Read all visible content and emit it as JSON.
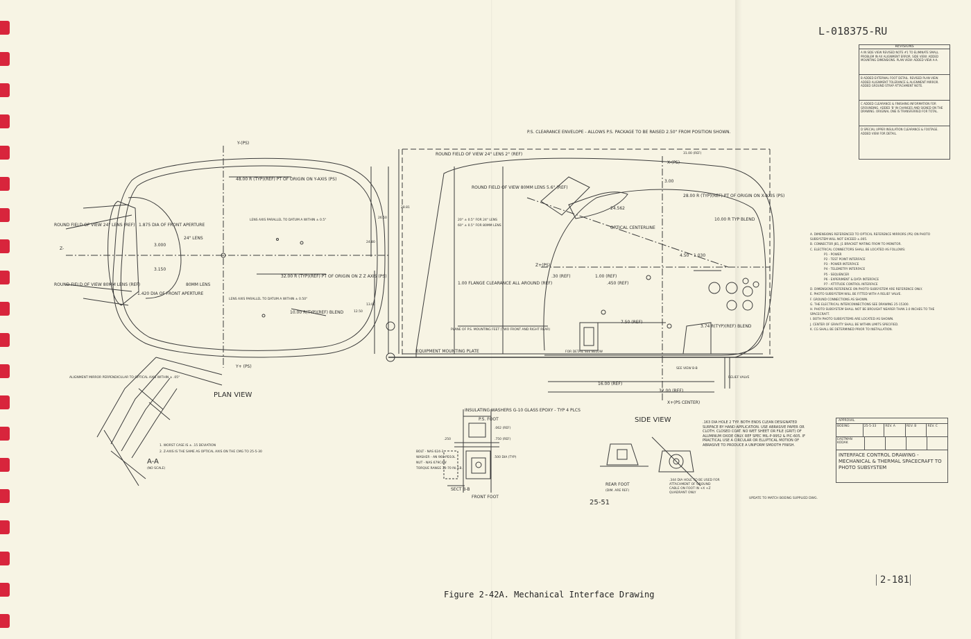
{
  "document": {
    "doc_number": "L-018375-RU",
    "page_number": "2-181",
    "figure_caption": "Figure 2-42A.  Mechanical Interface Drawing"
  },
  "views": {
    "plan_view": "PLAN VIEW",
    "side_view": "SIDE VIEW",
    "section_aa": "A-A",
    "section_aa_scale": "(NO SCALE)",
    "section_bb": "SECT B-B",
    "front_foot": "FRONT FOOT",
    "rear_foot": "REAR FOOT",
    "rear_foot_scale": "(DIM. ARE REF)",
    "sheet_ref": "25-51"
  },
  "axes": {
    "y_top": "Y-(PS)",
    "y_bottom": "Y+ (PS)",
    "z_minus": "Z-",
    "z_plus": "Z+(PS)",
    "x_minus": "X-(PS)",
    "x_plus": "X+(PS CENTER)"
  },
  "plan_labels": [
    "ROUND FIELD OF VIEW 24\" LENS (REF)",
    "1.875 DIA OF FRONT APERTURE",
    "48.00 R (TYP)(REF) PT OF ORIGIN ON Y-AXIS (PS)",
    "LENS AXIS PARALLEL TO DATUM A WITHIN ± 0.5°",
    "24\" LENS",
    "3.000",
    "3.150",
    "80MM LENS",
    "ROUND FIELD OF VIEW 80MM LENS (REF)",
    "1.420 DIA OF FRONT APERTURE",
    "LENS AXIS PARALLEL TO DATUM A WITHIN ± 0.50°",
    "32.00 R (TYP)(REF) PT OF ORIGIN ON Z Z AXIS (PS)",
    "10.00 R(TYP)(REF) BLEND",
    "ALIGNMENT MIRROR PERPENDICULAR TO OPTICAL AXIS WITHIN ± .05°",
    "1. WORST CASE IS ± .15 DEVIATION",
    "2. Z-AXIS IS THE SAME AS OPTICAL AXIS ON THE CMG TO 25-5-30"
  ],
  "side_labels": [
    "P.S. CLEARANCE ENVELOPE - ALLOWS P.S. PACKAGE TO BE RAISED 2.50\" FROM POSITION SHOWN.",
    "ROUND FIELD OF VIEW 24\" LENS 2° (REF)",
    "ROUND FIELD OF VIEW 80MM LENS 5.6° (REF)",
    "20° ± 0.5° FOR 24\" LENS",
    "60° ± 0.5° FOR 80MM LENS",
    "28.00 R (TYP)(REF) PT OF ORIGIN ON X-AXIS (PS)",
    "10.00 R TYP BLEND",
    "OPTICAL CENTERLINE",
    "1.00 FLANGE CLEARANCE ALL AROUND (REF)",
    "EQUIPMENT MOUNTING PLATE",
    "PLANE OF P.S. MOUNTING FEET (TWO FRONT AND RIGHT REAR)",
    "FOR DETAIL SEE BELOW",
    "3.74 R(TYP)(REF) BLEND",
    "SEE VIEW B-B",
    "RELIEF VALVE",
    "24.562",
    "28.81",
    "26.50",
    "24.80",
    "13.00",
    "12.50",
    "7.50 (REF)",
    "1.00 (REF)",
    ".450 (REF)",
    ".30 (REF)",
    "4.50",
    "1.030",
    "3.00",
    "16.00 (REF)",
    "32.00 (REF)",
    "31.00 (REF)"
  ],
  "foot_labels": [
    "INSULATING WASHERS G-10 GLASS EPOXY - TYP 4 PLCS",
    "P.S. FOOT",
    "BOLT - NAS 624-3",
    "WASHER - AN 960-PD10L",
    "NUT - NAS 679C4W",
    "TORQUE RANGE 30-70 IN.-LB.",
    ".062 (REF)",
    ".750 (REF)",
    ".250",
    ".500 DIA (TYP)"
  ],
  "notes_right": [
    "A. DIMENSIONS REFERENCED TO OPTICAL REFERENCE MIRRORS (PS) ON PHOTO SUBSYSTEM WILL NOT EXCEED ±.005.",
    "B. CONNECTOR J81, J1 BRACKET MATING FROM TO MONITOR.",
    "C. ELECTRICAL CONNECTORS SHALL BE LOCATED AS FOLLOWS:",
    "P1 - POWER",
    "P2 - TEST POINT INTERFACE",
    "P3 - POWER INTERFACE",
    "P4 - TELEMETRY INTERFACE",
    "P5 - SEQUENCER",
    "P6 - EXPERIMENT & DATA INTERFACE",
    "P7 - ATTITUDE CONTROL INTERFACE",
    "D. DIMENSIONS REFERENCE ON PHOTO SUBSYSTEM ARE REFERENCE ONLY.",
    "E. PHOTO SUBSYSTEM WILL BE FITTED WITH A RELIEF VALVE.",
    "F. GROUND CONNECTIONS AS SHOWN.",
    "G. THE ELECTRICAL INTERCONNECTIONS SEE DRAWING 25-15300.",
    "H. PHOTO SUBSYSTEM SHALL NOT BE BROUGHT NEARER THAN 3.0 INCHES TO THE SPACECRAFT.",
    "I. BOTH PHOTO SUBSYSTEMS ARE LOCATED AS SHOWN.",
    "J. CENTER OF GRAVITY SHALL BE WITHIN LIMITS SPECIFIED.",
    "K. CG SHALL BE DETERMINED PRIOR TO INSTALLATION."
  ],
  "revisions": {
    "header": "REVISIONS",
    "entries": [
      "A  IN SIDE VIEW REVISED NOTE #1 TO ELIMINATE SMALL PROBLEM IN AX ALIGNMENT ERROR. SIDE VIEW: ADDED MOUNTING DIMENSIONS. PLAN VIEW: ADDED VIEW A-A.",
      "B  ADDED EXTERNAL FOOT DETAIL. REVISED PLAN VIEW. ADDED ALIGNMENT TOLERANCE & ALIGNMENT MIRROR. ADDED GROUND STRAP ATTACHMENT NOTE.",
      "C  ADDED CLEARANCE & FINISHING INFORMATION FOR GROUNDING. ADDED 'B' IN CHANGES AND SIGNED ON THE DRAWING. ORIGINAL ONE IS TRANSFERRED FOR TOTAL.",
      "D  SPECIAL UPPER INSULATION CLEARANCE & FOOTAGE. ADDED VIEW FOR DETAIL."
    ]
  },
  "title_block": {
    "title": "INTERFACE CONTROL DRAWING - MECHANICAL & THERMAL SPACECRAFT TO PHOTO SUBSYSTEM",
    "approval_label": "APPROVAL",
    "rows": [
      [
        "BOEING",
        "25-5-33",
        "REV. A",
        "REV. B",
        "REV. C"
      ],
      [
        "EASTMAN KODAK",
        "",
        "",
        "",
        ""
      ]
    ]
  },
  "ground_note": ".163 DIA HOLE 2 TYP. BOTH ENDS CLEAN DESIGNATED SURFACE BY HAND APPLICATION. USE ABRASIVE PAPER OR CLOTH. CLOSED COAT. NO WET SHEET OR FILE (GRIT) OF ALUMINUM OXIDE ONLY. REF SPEC MIL-P-9952 & PIC-605. IF PRACTICAL USE A CIRCULAR OR ELLIPTICAL MOTION OF ABRASIVE TO PRODUCE A UNIFORM SMOOTH FINISH.",
  "ground_note2": ".344 DIA HOLE TO BE USED FOR ATTACHMENT OF GROUND CABLE ON FOOT IN +X +Z QUADRANT ONLY",
  "update_note": "UPDATE TO MATCH BOEING SUPPLIED DWG."
}
